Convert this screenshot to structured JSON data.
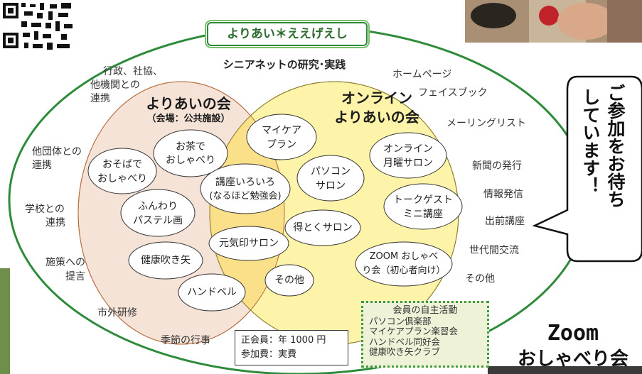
{
  "title": "よりあい＊ええげえし",
  "subtitle": "シニアネットの研究･実践",
  "left_circle": {
    "heading": "よりあいの会",
    "venue": "（会場：公共施設）",
    "bubbles": [
      {
        "line1": "お茶で",
        "line2": "おしゃべり"
      },
      {
        "line1": "おそばで",
        "line2": "おしゃべり"
      },
      {
        "line1": "ふんわり",
        "line2": "パステル画"
      },
      {
        "line1": "健康吹き矢",
        "line2": ""
      },
      {
        "line1": "ハンドベル",
        "line2": ""
      }
    ]
  },
  "right_circle": {
    "heading_line1": "オンライン",
    "heading_line2": "よりあいの会",
    "bubbles": [
      {
        "line1": "オンライン",
        "line2": "月曜サロン"
      },
      {
        "line1": "トークゲスト",
        "line2": "ミニ講座"
      },
      {
        "line1": "ZOOM おしゃべ",
        "line2": "り会（初心者向け）"
      }
    ]
  },
  "overlap": {
    "bubbles": [
      {
        "line1": "マイケア",
        "line2": "プラン"
      },
      {
        "line1": "パソコン",
        "line2": "サロン"
      },
      {
        "line1": "講座いろいろ",
        "line2": "(なるほど勉強会)"
      },
      {
        "line1": "得とくサロン",
        "line2": ""
      },
      {
        "line1": "元気印サロン",
        "line2": ""
      },
      {
        "line1": "その他",
        "line2": ""
      }
    ]
  },
  "outer_left_labels": [
    {
      "line1": "行政、社協、",
      "line2": "他機関との",
      "line3": "連携"
    },
    {
      "line1": "他団体との",
      "line2": "連携",
      "line3": ""
    },
    {
      "line1": "学校との",
      "line2": "連携",
      "line3": ""
    },
    {
      "line1": "施策への",
      "line2": "提言",
      "line3": ""
    },
    {
      "line1": "市外研修",
      "line2": "",
      "line3": ""
    },
    {
      "line1": "季節の行事",
      "line2": "",
      "line3": ""
    }
  ],
  "outer_right_labels": [
    "ホームページ",
    "フェイスブック",
    "メーリングリスト",
    "新聞の発行",
    "情報発信",
    "出前講座",
    "世代間交流",
    "その他"
  ],
  "activities": {
    "heading": "会員の自主活動",
    "items": [
      "パソコン倶楽部",
      "マイケアプラン楽習会",
      "ハンドベル同好会",
      "健康吹き矢クラブ"
    ]
  },
  "fees": {
    "line1": "正会員：年 1000 円",
    "line2": "参加費：実費"
  },
  "callout": {
    "column1": "ご参加をお待ち",
    "column2": "しています！"
  },
  "zoom_ad": {
    "line1": "Zoom",
    "line2": "おしゃべり会"
  },
  "colors": {
    "outer_ring": "#2e8b3a",
    "outer_fill": "#ffffff",
    "left_circle_fill": "#f6e3d8",
    "right_circle_fill": "#fdf29a",
    "overlap_fill": "#fbe08a",
    "bubble_fill": "#ffffff"
  }
}
